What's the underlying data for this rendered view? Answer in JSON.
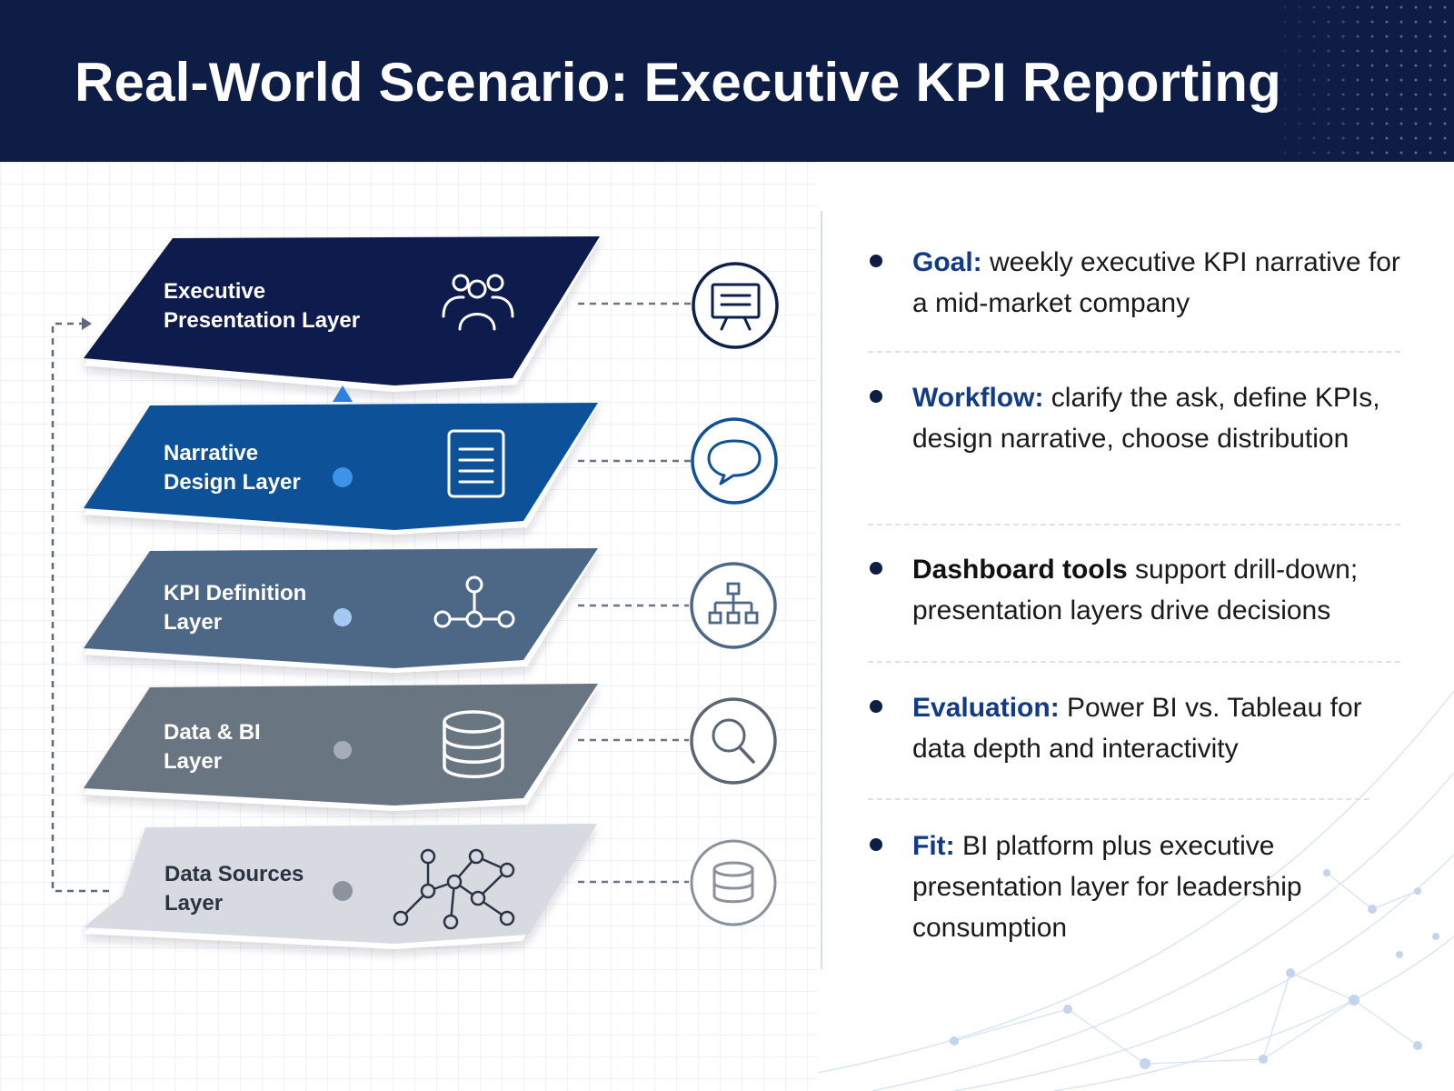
{
  "header": {
    "title": "Real-World Scenario: Executive KPI Reporting"
  },
  "layers": [
    {
      "line1": "Executive",
      "line2": "Presentation Layer",
      "icon": "people-group-icon",
      "side_icon": "presentation-board-icon",
      "color": "#0d1f4d",
      "text_color": "#ffffff"
    },
    {
      "line1": "Narrative",
      "line2": "Design Layer",
      "icon": "document-icon",
      "side_icon": "speech-bubble-icon",
      "color": "#0f5199",
      "text_color": "#ffffff"
    },
    {
      "line1": "KPI Definition",
      "line2": "Layer",
      "icon": "node-network-icon",
      "side_icon": "hierarchy-chart-icon",
      "color": "#4d6787",
      "text_color": "#ffffff"
    },
    {
      "line1": "Data & BI",
      "line2": "Layer",
      "icon": "database-icon",
      "side_icon": "magnifier-icon",
      "color": "#6b7482",
      "text_color": "#ffffff"
    },
    {
      "line1": "Data Sources",
      "line2": "Layer",
      "icon": "connection-graph-icon",
      "side_icon": "cylinder-icon",
      "color": "#d7dbe1",
      "text_color": "#2a3340"
    }
  ],
  "bullets": [
    {
      "keyword": "Goal:",
      "text": " weekly executive KPI narrative for a mid-market company"
    },
    {
      "keyword": "Workflow:",
      "text": " clarify the ask, define KPIs, design narrative, choose distribution"
    },
    {
      "keyword": "Dashboard tools",
      "text": " support drill-down; presentation layers drive decisions"
    },
    {
      "keyword": "Evaluation:",
      "text": " Power BI vs. Tableau for data depth and interactivity"
    },
    {
      "keyword": "Fit:",
      "text": " BI platform plus executive presentation layer for leadership consumption"
    }
  ],
  "colors": {
    "header_bg": "#0d1d45",
    "accent_blue": "#123b87",
    "connector": "#6b7482",
    "arrow": "#2f7fe0"
  }
}
